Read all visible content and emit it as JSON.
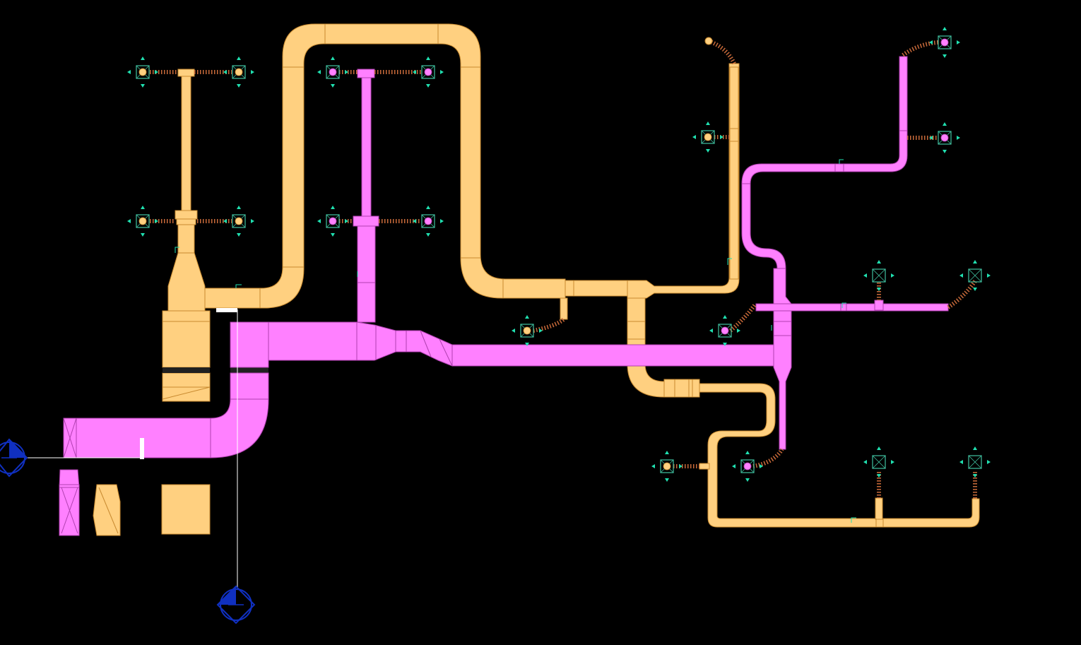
{
  "view": {
    "background": "#000000",
    "colors": {
      "supply": "#ff80ff",
      "return": "#ffd080",
      "outline": "#b040b0",
      "return_outline": "#c88a30",
      "flex": "#c86a3a",
      "diffuser_frame": "#40c0a0",
      "arrow": "#20e0b0",
      "grid_marker": "#1030c0",
      "leader": "#ffffff"
    },
    "icons": {
      "diffuser": "air-terminal-icon",
      "grid": "grid-bubble-icon",
      "arrow": "airflow-arrow-icon"
    },
    "duct_systems": [
      "supply",
      "return"
    ],
    "grid_bubble_count": 2
  }
}
